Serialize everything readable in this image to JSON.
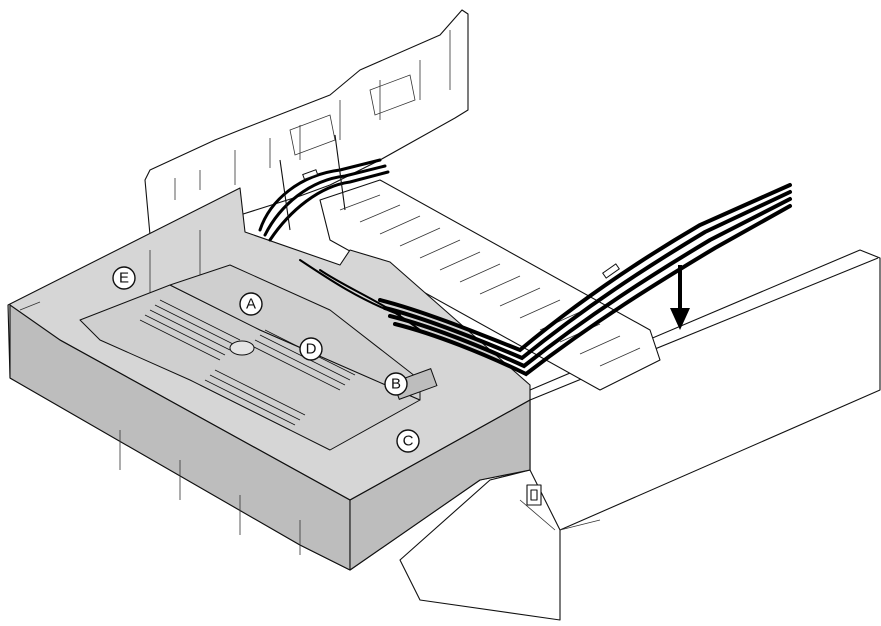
{
  "callouts": [
    {
      "id": "A",
      "label": "A"
    },
    {
      "id": "B",
      "label": "B"
    },
    {
      "id": "C",
      "label": "C"
    },
    {
      "id": "D",
      "label": "D"
    },
    {
      "id": "E",
      "label": "E"
    }
  ],
  "colors": {
    "tray_fill": "#d6d6d6",
    "tray_dark": "#bdbdbd",
    "housing_fill": "#ffffff",
    "outline": "#111111",
    "cable": "#000000"
  },
  "icons": [
    "arrow-down-icon"
  ]
}
